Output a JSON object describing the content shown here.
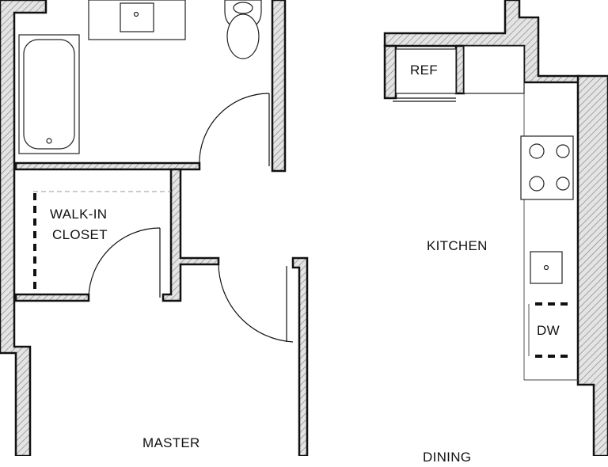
{
  "rooms": {
    "walk_in_closet_line1": "WALK-IN",
    "walk_in_closet_line2": "CLOSET",
    "kitchen": "KITCHEN",
    "master": "MASTER",
    "dining": "DINING"
  },
  "appliances": {
    "refrigerator": "REF",
    "dishwasher": "DW"
  },
  "colors": {
    "wall_outline": "#111111",
    "wall_hatch": "#888888",
    "background": "#ffffff"
  }
}
